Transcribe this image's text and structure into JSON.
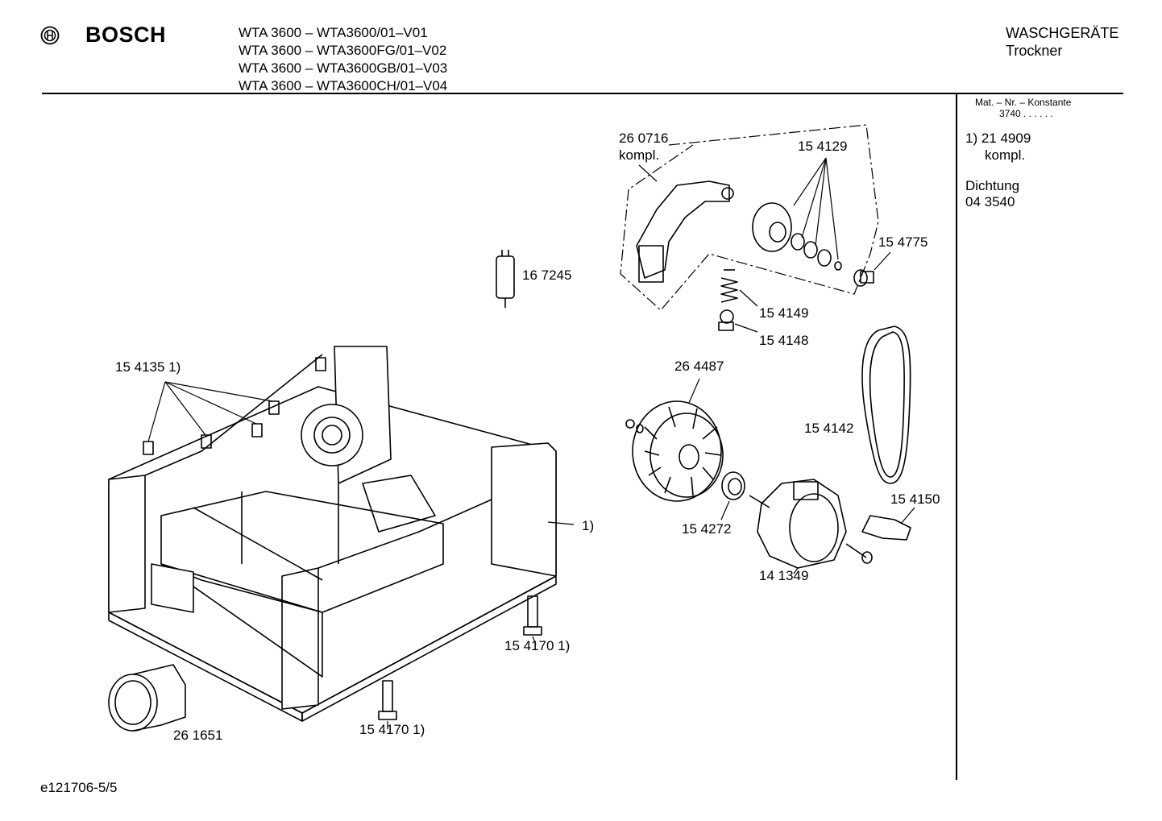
{
  "header": {
    "brand": "BOSCH",
    "models": [
      "WTA 3600 – WTA3600/01–V01",
      "WTA 3600 – WTA3600FG/01–V02",
      "WTA 3600 – WTA3600GB/01–V03",
      "WTA 3600 – WTA3600CH/01–V04"
    ],
    "category": "WASCHGERÄTE",
    "subcategory": "Trockner"
  },
  "sidebar": {
    "mat_header": "Mat. – Nr. – Konstante",
    "mat_value": "3740 . . . . . .",
    "note_line1": "1) 21 4909",
    "note_line2": "kompl.",
    "dichtung_label": "Dichtung",
    "dichtung_value": "04 3540"
  },
  "parts": [
    "26 0716",
    "kompl.",
    "15 4129",
    "15 4775",
    "16 7245",
    "15 4149",
    "15 4148",
    "15 4135 1)",
    "26 4487",
    "15 4142",
    "1)",
    "15 4150",
    "15 4272",
    "14 1349",
    "15 4170 1)",
    "26 1651",
    "15 4170 1)"
  ],
  "footer": {
    "doc_id": "e121706-5/5"
  }
}
